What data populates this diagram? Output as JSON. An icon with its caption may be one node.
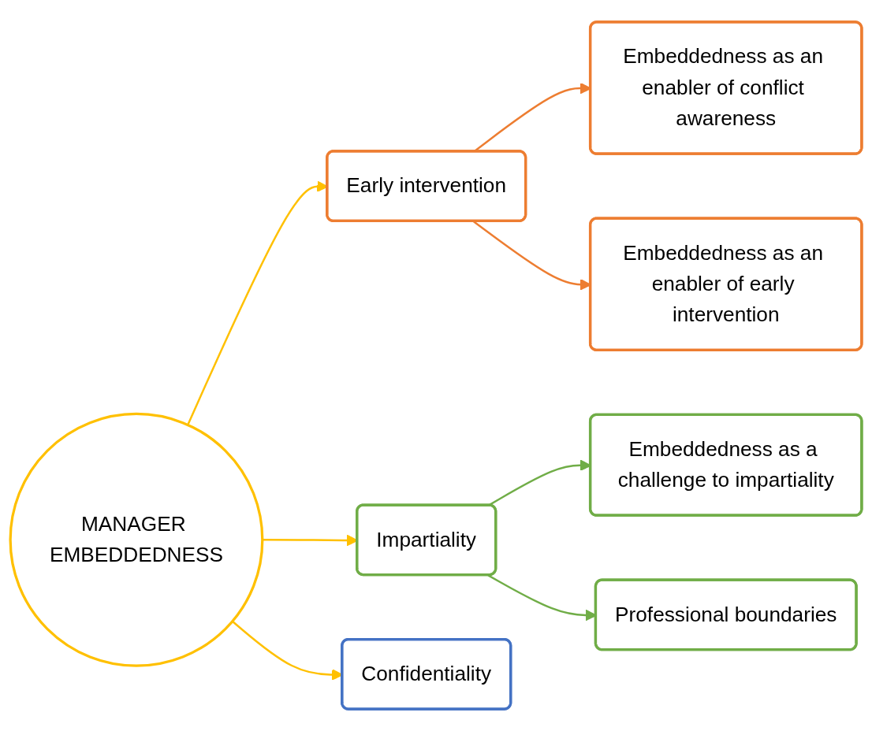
{
  "diagram": {
    "nodes": [
      {
        "text": [
          "MANAGER EMBEDDEDNESS"
        ]
      },
      {
        "text": [
          "Early intervention"
        ]
      },
      {
        "text": [
          "Embeddedness as an enabler of conflict awareness"
        ]
      },
      {
        "text": [
          "Embeddedness as an enabler of early intervention"
        ]
      },
      {
        "text": [
          "Impartiality"
        ]
      },
      {
        "text": [
          "Embeddedness as a challenge to impartiality"
        ]
      },
      {
        "text": [
          "Professional boundaries"
        ]
      },
      {
        "text": [
          "Confidentiality"
        ]
      }
    ],
    "edges": [
      {
        "from": 0,
        "to": 1,
        "arrow": "to",
        "color": "#ffc000"
      },
      {
        "from": 0,
        "to": 4,
        "arrow": "to",
        "color": "#ffc000"
      },
      {
        "from": 0,
        "to": 7,
        "arrow": "to",
        "color": "#ffc000"
      },
      {
        "from": 1,
        "to": 2,
        "arrow": "to",
        "color": "#ed7d31"
      },
      {
        "from": 1,
        "to": 3,
        "arrow": "to",
        "color": "#ed7d31"
      },
      {
        "from": 4,
        "to": 5,
        "arrow": "to",
        "color": "#70ad47"
      },
      {
        "from": 4,
        "to": 6,
        "arrow": "to",
        "color": "#70ad47"
      }
    ]
  }
}
